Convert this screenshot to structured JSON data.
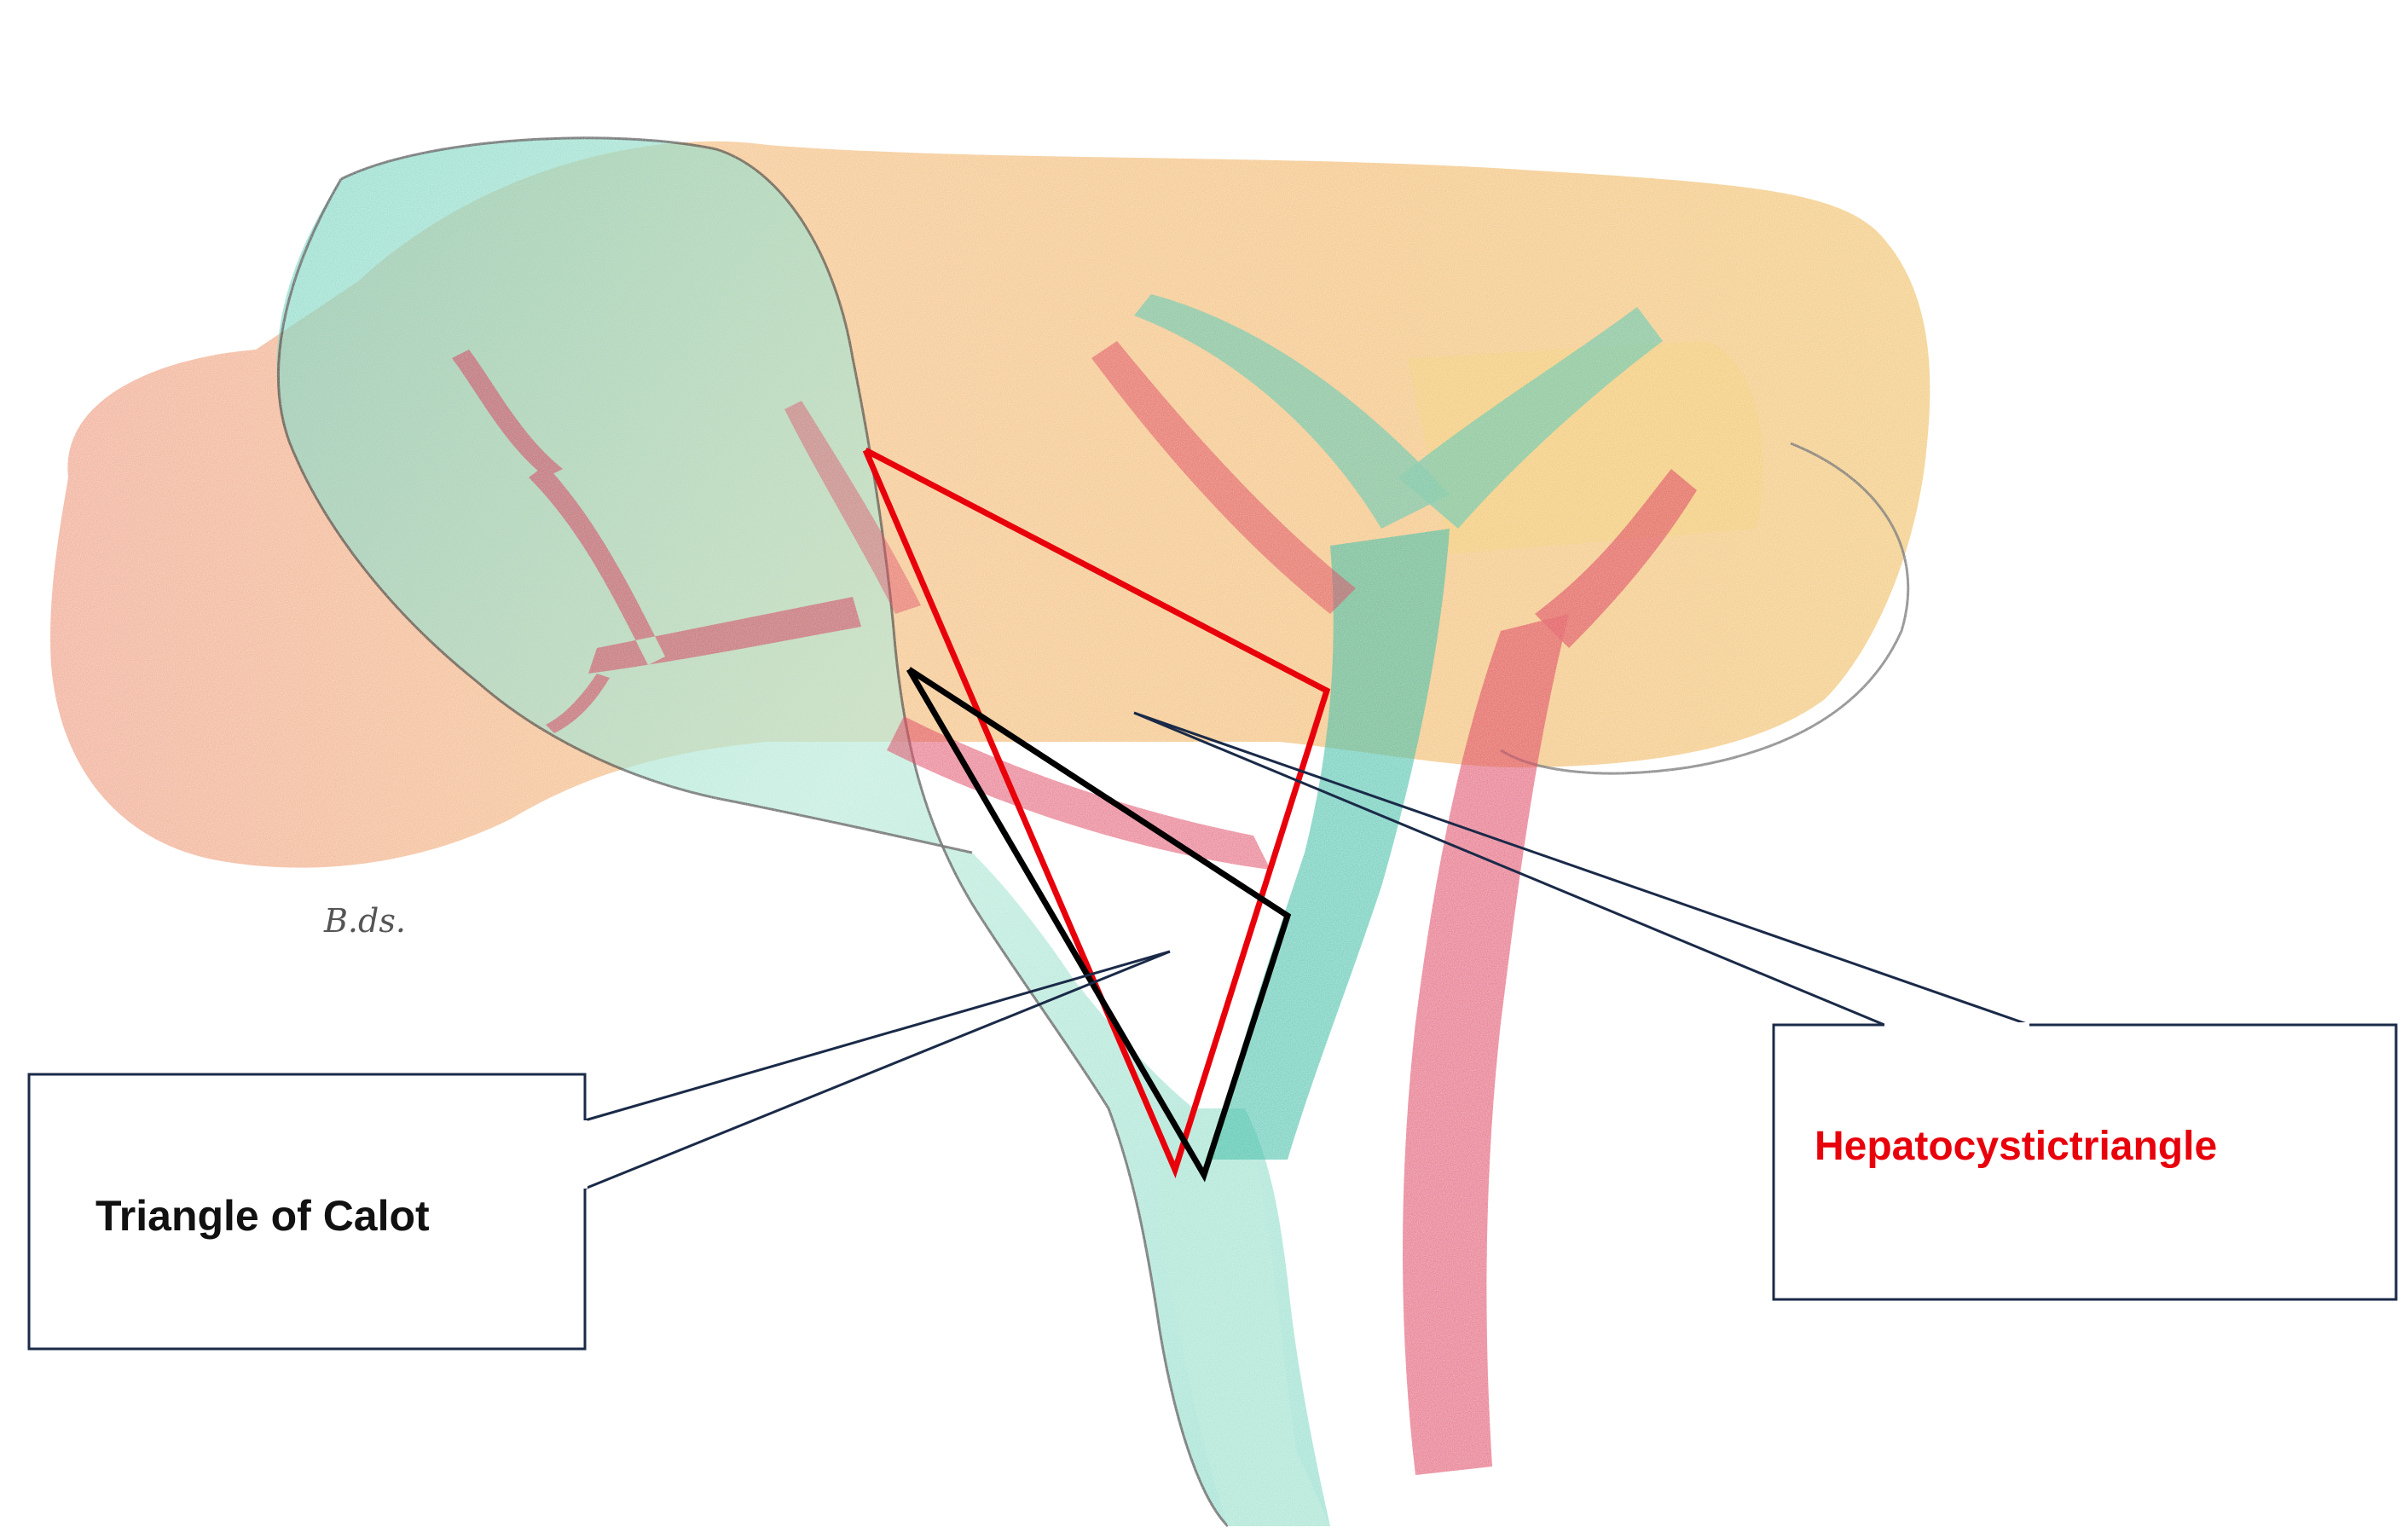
{
  "callouts": {
    "calot": {
      "text": "Triangle of Calot",
      "color": "#111111"
    },
    "hepatocystic": {
      "text": "Hepatocystictriangle",
      "color": "#e8000b"
    }
  },
  "signature": "B.ds.",
  "colors": {
    "liver_orange": "#f2b86a",
    "liver_deep": "#ec9a55",
    "liver_red_tint": "#ee9a80",
    "biliary_teal": "#8fdccb",
    "biliary_deep": "#4cc2ad",
    "artery_red": "#e0506a",
    "hepatocystic_outline": "#e8000b",
    "calot_outline": "#000000",
    "callout_border": "#1a2a48"
  },
  "icons": [
    "pencil-sketch-illustration"
  ]
}
